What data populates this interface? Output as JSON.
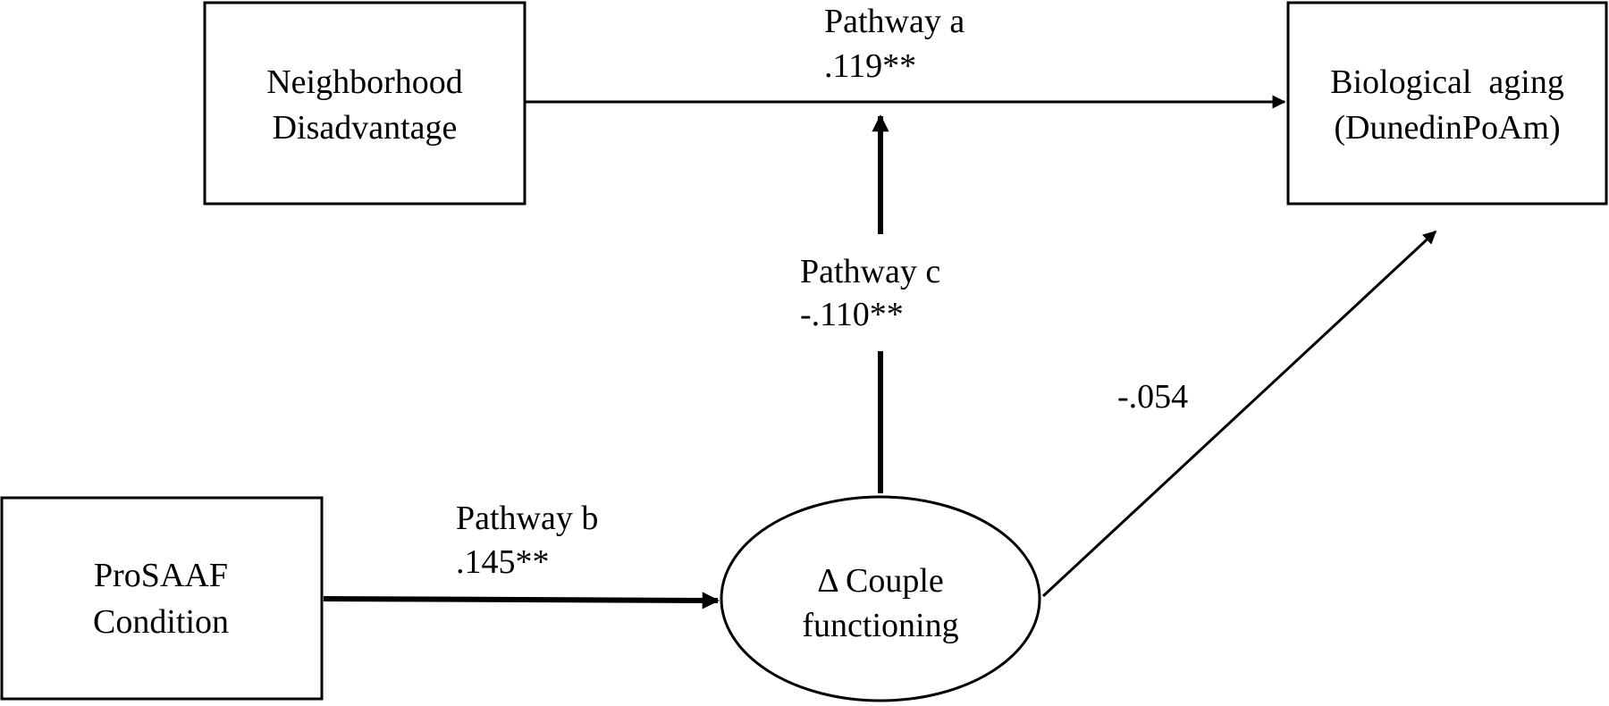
{
  "nodes": {
    "neighborhood": {
      "line1": "Neighborhood",
      "line2": "Disadvantage"
    },
    "biological": {
      "line1": "Biological  aging",
      "line2": "(DunedinPoAm)"
    },
    "prosaaf": {
      "line1": "ProSAAF",
      "line2": "Condition"
    },
    "couple": {
      "line1": "Δ Couple",
      "line2": "functioning"
    }
  },
  "paths": {
    "a": {
      "label": "Pathway a",
      "coef": ".119**"
    },
    "b": {
      "label": "Pathway b",
      "coef": ".145**"
    },
    "c": {
      "label": "Pathway c",
      "coef": "-.110**"
    },
    "d": {
      "coef": "-.054"
    }
  },
  "colors": {
    "stroke": "#000000",
    "fill": "#ffffff"
  }
}
